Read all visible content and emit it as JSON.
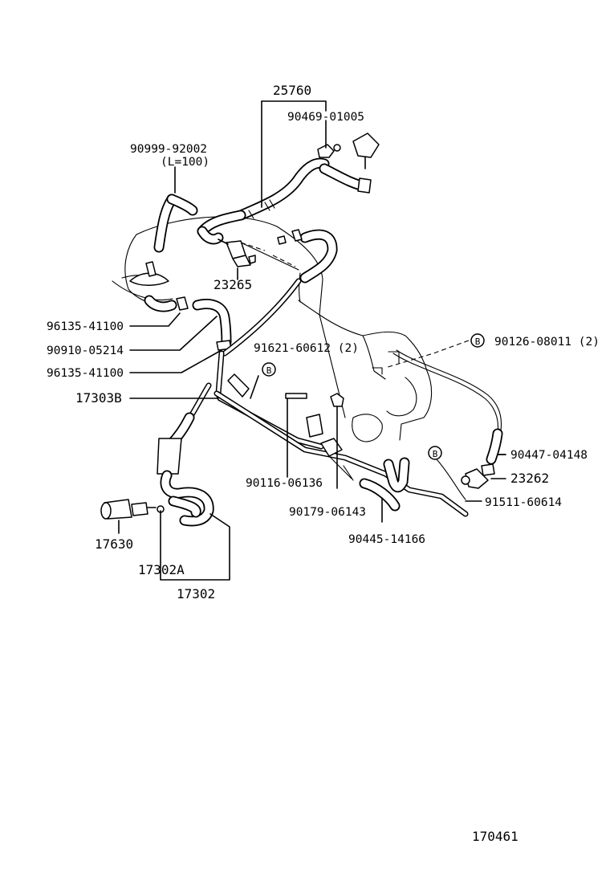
{
  "labels": {
    "p25760": "25760",
    "p90469_01005": "90469-01005",
    "p90999_92002": "90999-92002",
    "p90999_note": "(L=100)",
    "p23265": "23265",
    "p96135_41100_a": "96135-41100",
    "p90910_05214": "90910-05214",
    "p96135_41100_b": "96135-41100",
    "p91621_60612": "91621-60612 (2)",
    "p90126_08011": "90126-08011 (2)",
    "p17303B": "17303B",
    "p90447_04148": "90447-04148",
    "p23262": "23262",
    "p90116_06136": "90116-06136",
    "p90179_06143": "90179-06143",
    "p91511_60614": "91511-60614",
    "p90445_14166": "90445-14166",
    "p17630": "17630",
    "p17302A": "17302A",
    "p17302": "17302",
    "drawing_number": "170461"
  },
  "markers": {
    "b_symbol": "B"
  }
}
